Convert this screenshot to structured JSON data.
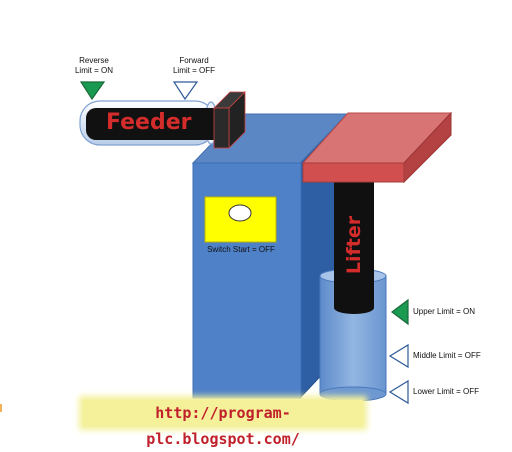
{
  "feeder": {
    "name": "Feeder",
    "reverse_limit": {
      "line1": "Reverse",
      "line2": "Limit = ON",
      "state": "on"
    },
    "forward_limit": {
      "line1": "Forward",
      "line2": "Limit = OFF",
      "state": "off"
    }
  },
  "lifter": {
    "name": "Lifter",
    "upper_limit": {
      "label": "Upper Limit = ON",
      "state": "on"
    },
    "middle_limit": {
      "label": "Middle Limit = OFF",
      "state": "off"
    },
    "lower_limit": {
      "label": "Lower Limit = OFF",
      "state": "off"
    }
  },
  "switch_start": {
    "label": "Switch Start = OFF",
    "state": "off"
  },
  "footer": {
    "url": "http://program-plc.blogspot.com/"
  },
  "colors": {
    "sensor_on": "#1a9a50",
    "sensor_off": "#ffffff",
    "box_front": "#4f81c8",
    "box_side": "#2e5fa4",
    "platform": "#d95a5a",
    "switch_panel": "#ffff00",
    "cylinder": "#7fa8dc",
    "rod": "#101010",
    "label_red": "#d42b2b"
  }
}
